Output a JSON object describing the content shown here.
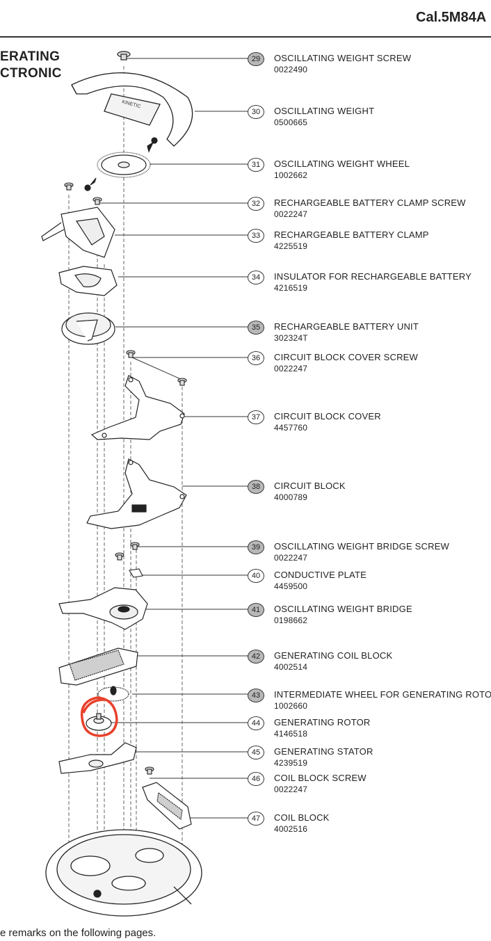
{
  "header": {
    "title": "Cal.5M84A"
  },
  "headings": [
    "ERATING",
    "CTRONIC"
  ],
  "parts": [
    {
      "num": "29",
      "name": "OSCILLATING WEIGHT SCREW",
      "code": "0022490",
      "shaded": true
    },
    {
      "num": "30",
      "name": "OSCILLATING WEIGHT",
      "code": "0500665",
      "shaded": false
    },
    {
      "num": "31",
      "name": "OSCILLATING WEIGHT WHEEL",
      "code": "1002662",
      "shaded": false
    },
    {
      "num": "32",
      "name": "RECHARGEABLE BATTERY CLAMP SCREW",
      "code": "0022247",
      "shaded": false
    },
    {
      "num": "33",
      "name": "RECHARGEABLE BATTERY CLAMP",
      "code": "4225519",
      "shaded": false
    },
    {
      "num": "34",
      "name": "INSULATOR FOR RECHARGEABLE BATTERY",
      "code": "4216519",
      "shaded": false
    },
    {
      "num": "35",
      "name": "RECHARGEABLE BATTERY UNIT",
      "code": "302324T",
      "shaded": true
    },
    {
      "num": "36",
      "name": "CIRCUIT BLOCK COVER SCREW",
      "code": "0022247",
      "shaded": false
    },
    {
      "num": "37",
      "name": "CIRCUIT BLOCK COVER",
      "code": "4457760",
      "shaded": false
    },
    {
      "num": "38",
      "name": "CIRCUIT BLOCK",
      "code": "4000789",
      "shaded": true
    },
    {
      "num": "39",
      "name": "OSCILLATING WEIGHT BRIDGE SCREW",
      "code": "0022247",
      "shaded": true
    },
    {
      "num": "40",
      "name": "CONDUCTIVE PLATE",
      "code": "4459500",
      "shaded": false
    },
    {
      "num": "41",
      "name": "OSCILLATING WEIGHT BRIDGE",
      "code": "0198662",
      "shaded": true
    },
    {
      "num": "42",
      "name": "GENERATING COIL BLOCK",
      "code": "4002514",
      "shaded": true
    },
    {
      "num": "43",
      "name": "INTERMEDIATE WHEEL FOR GENERATING ROTOR",
      "code": "1002660",
      "shaded": true
    },
    {
      "num": "44",
      "name": "GENERATING ROTOR",
      "code": "4146518",
      "shaded": false
    },
    {
      "num": "45",
      "name": "GENERATING STATOR",
      "code": "4239519",
      "shaded": false
    },
    {
      "num": "46",
      "name": "COIL BLOCK SCREW",
      "code": "0022247",
      "shaded": false
    },
    {
      "num": "47",
      "name": "COIL BLOCK",
      "code": "4002516",
      "shaded": false
    }
  ],
  "footer": {
    "text": "e remarks on the following pages."
  },
  "annotation": {
    "color": "#e8412c",
    "shape": "hand-drawn circle around generating rotor"
  }
}
